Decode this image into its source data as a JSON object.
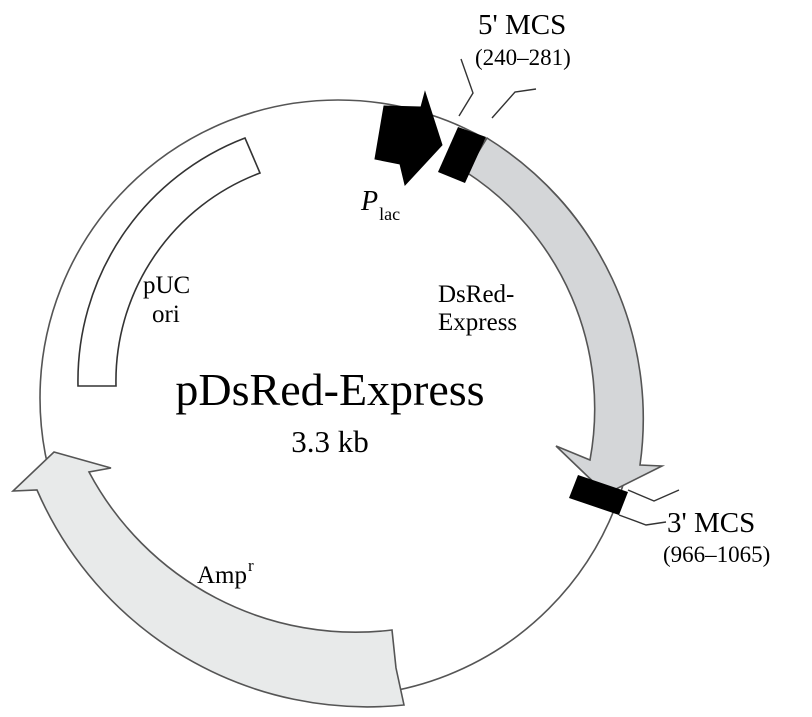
{
  "plasmid": {
    "name": "pDsRed-Express",
    "size": "3.3 kb"
  },
  "features": {
    "dsred": {
      "line1": "DsRed-",
      "line2": "Express"
    },
    "puc": {
      "line1": "pUC",
      "line2": "ori"
    },
    "amp": {
      "base": "Amp",
      "sup": "r"
    },
    "plac": {
      "base": "P",
      "sub": "lac"
    }
  },
  "mcs5": {
    "title": "5' MCS",
    "range": "(240–281)"
  },
  "mcs3": {
    "title": "3' MCS",
    "range": "(966–1065)"
  },
  "colors": {
    "dsred_fill": "#d4d6d8",
    "amp_fill": "#e8eaea",
    "ori_fill": "#ffffff",
    "promoter_fill": "#000000",
    "mcs_fill": "#000000",
    "backbone": "#555555"
  }
}
